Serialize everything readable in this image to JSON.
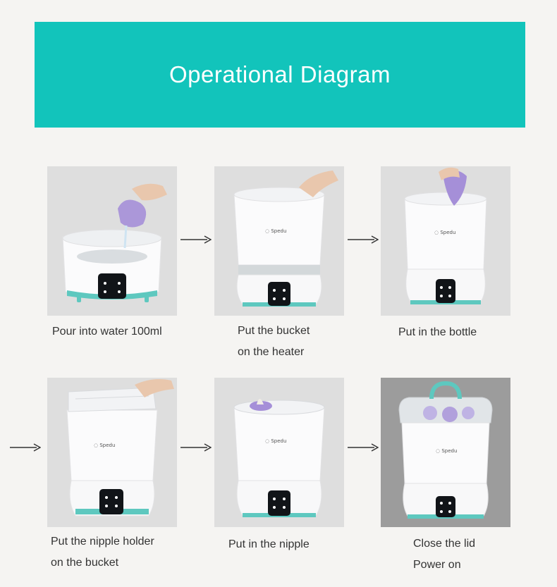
{
  "title": "Operational Diagram",
  "colors": {
    "banner": "#12c4bb",
    "body_white": "#fbfbfc",
    "accent_teal": "#5ec8bf",
    "lavender": "#a58fd8"
  },
  "steps": [
    {
      "lines": [
        "Pour into water 100ml"
      ]
    },
    {
      "lines": [
        "Put the bucket",
        "on the heater"
      ]
    },
    {
      "lines": [
        "Put in the bottle"
      ]
    },
    {
      "lines": [
        "Put the nipple holder",
        "on the bucket"
      ]
    },
    {
      "lines": [
        "Put in the nipple"
      ]
    },
    {
      "lines": [
        "Close the lid",
        "Power on"
      ]
    }
  ],
  "brand_label": "Spedu"
}
